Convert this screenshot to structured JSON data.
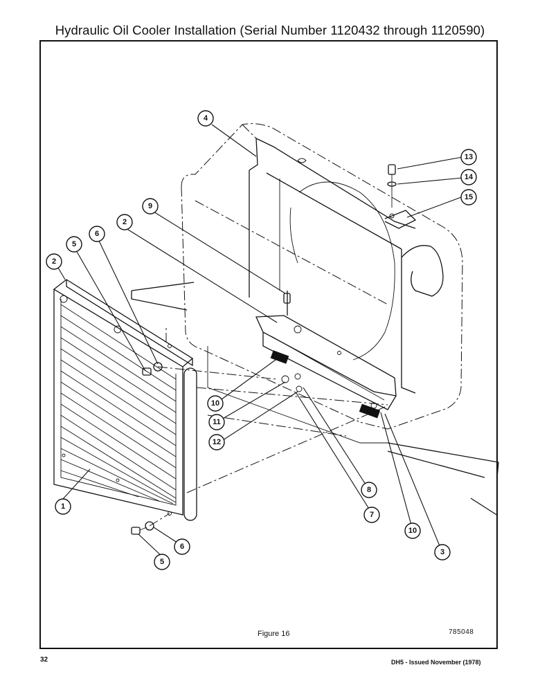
{
  "title": "Hydraulic Oil Cooler Installation (Serial Number 1120432 through 1120590)",
  "figure_caption": "Figure 16",
  "drawing_number": "785048",
  "page_number": "32",
  "issue_text": "DH5 - Issued November (1978)",
  "callouts": [
    "1",
    "2",
    "2",
    "3",
    "4",
    "5",
    "5",
    "6",
    "6",
    "7",
    "8",
    "9",
    "10",
    "10",
    "11",
    "12",
    "13",
    "14",
    "15"
  ]
}
